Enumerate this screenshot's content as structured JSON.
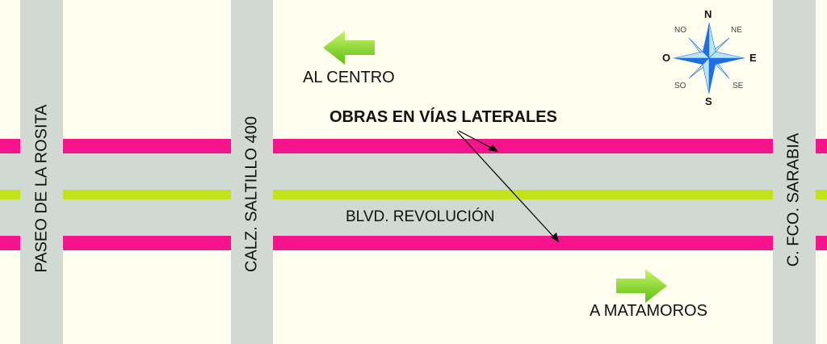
{
  "streets": {
    "horizontal": "BLVD. REVOLUCIÓN",
    "vertical": [
      "PASEO DE LA ROSITA",
      "CALZ. SALTILLO 400",
      "C. FCO. SARABIA"
    ]
  },
  "directions": {
    "left": "AL CENTRO",
    "right": "A MATAMOROS"
  },
  "annotation": "OBRAS EN VÍAS LATERALES",
  "compass": {
    "n": "N",
    "s": "S",
    "e": "E",
    "o": "O",
    "ne": "NE",
    "no": "NO",
    "se": "SE",
    "so": "SO"
  },
  "colors": {
    "works": "#f5148c",
    "median": "#c4e21a",
    "road": "#d1d9d3",
    "background": "#fffdee",
    "arrow": "#7ed321",
    "compass_dark": "#1e6fe0",
    "compass_light": "#b9e6f2"
  }
}
